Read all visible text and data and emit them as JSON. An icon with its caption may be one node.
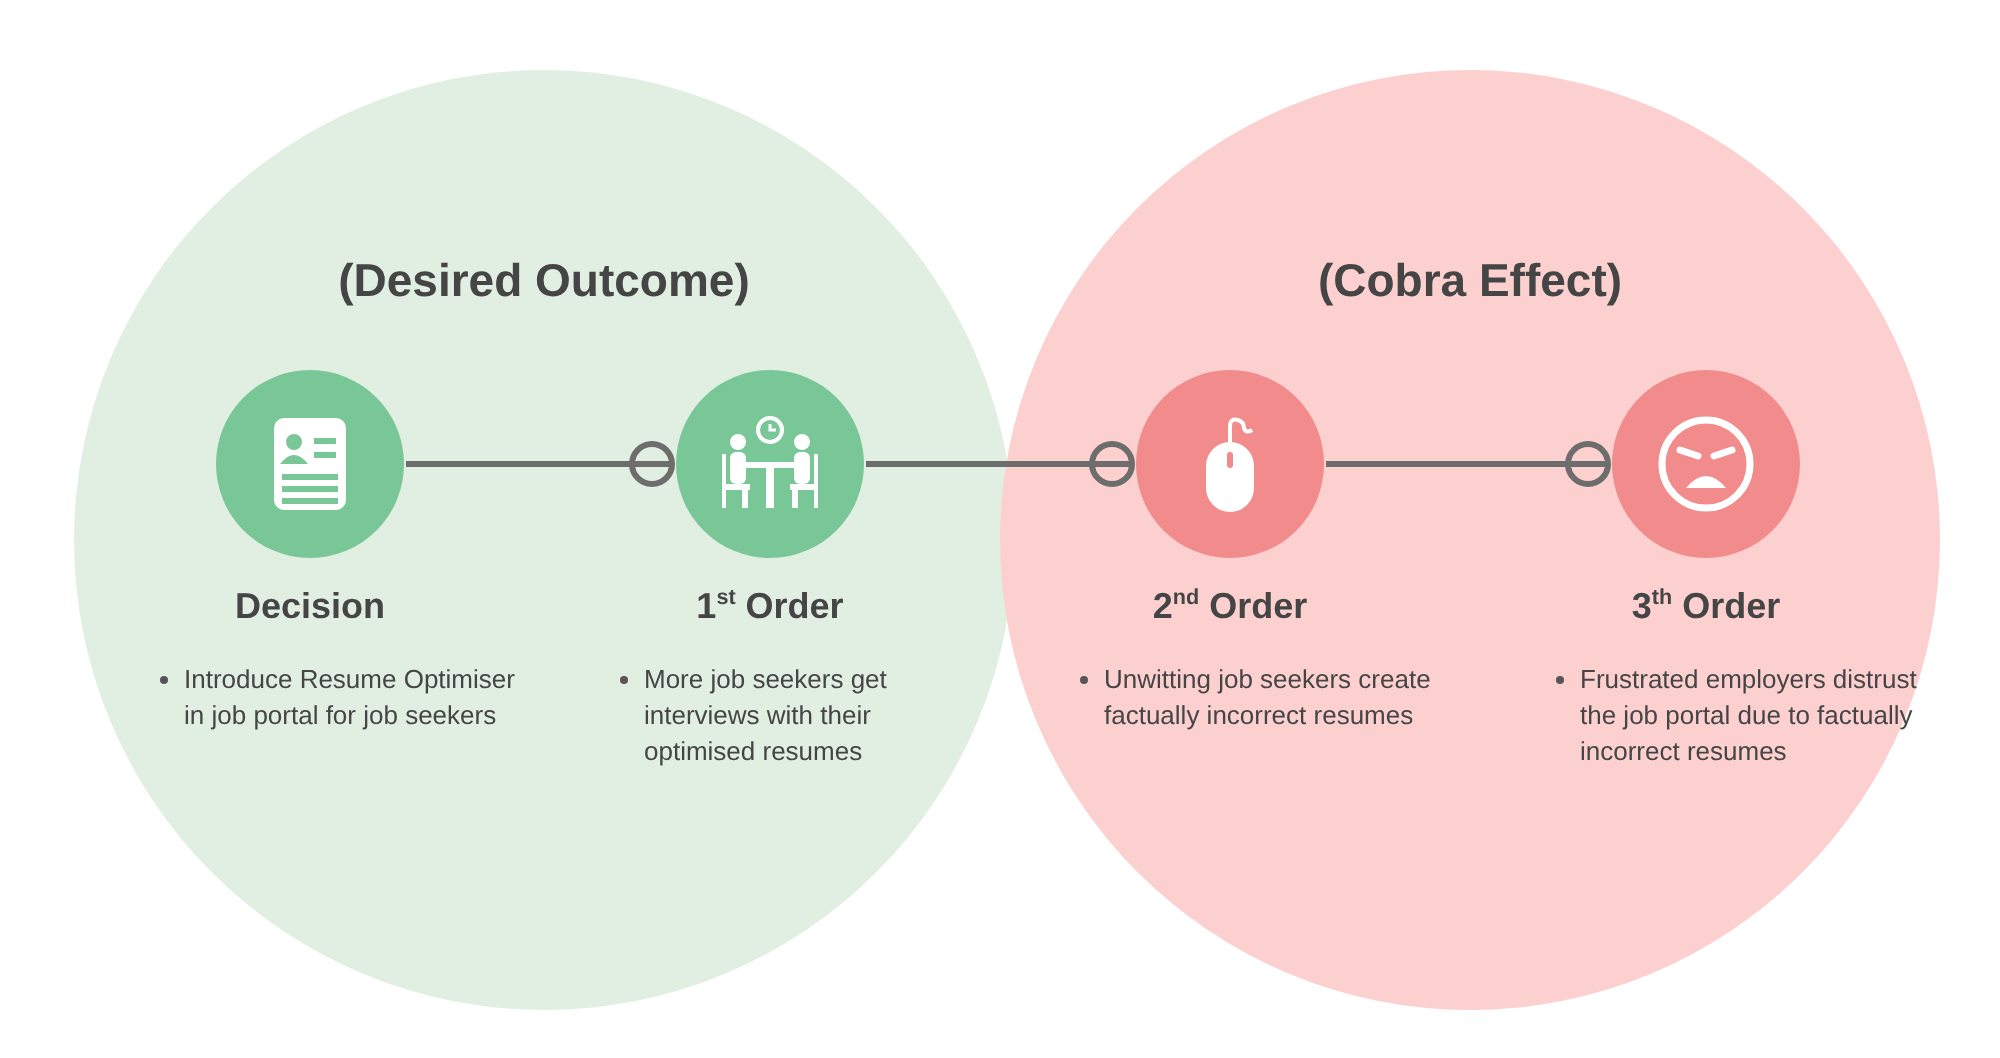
{
  "diagram": {
    "nodes": [
      {
        "text": [
          "(Desired Outcome)"
        ]
      },
      {
        "text": [
          "(Cobra Effect)"
        ]
      },
      {
        "text": [
          "Decision",
          "Introduce Resume Optimiser in job portal for job seekers"
        ],
        "in": 0
      },
      {
        "text": [
          "1$^{st}$ Order",
          "More job seekers get interviews with their optimised resumes"
        ],
        "in": 0
      },
      {
        "text": [
          "2$^{nd}$ Order",
          "Unwitting job seekers create factually incorrect resumes"
        ],
        "in": 1
      },
      {
        "text": [
          "3$^{th}$ Order",
          "Frustrated employers distrust the job portal due to factually incorrect resumes"
        ],
        "in": 1
      }
    ],
    "edges": [
      {
        "from": 2,
        "to": 3,
        "arrow": "other"
      },
      {
        "from": 3,
        "to": 4,
        "arrow": "other"
      },
      {
        "from": 4,
        "to": 5,
        "arrow": "other"
      }
    ]
  }
}
